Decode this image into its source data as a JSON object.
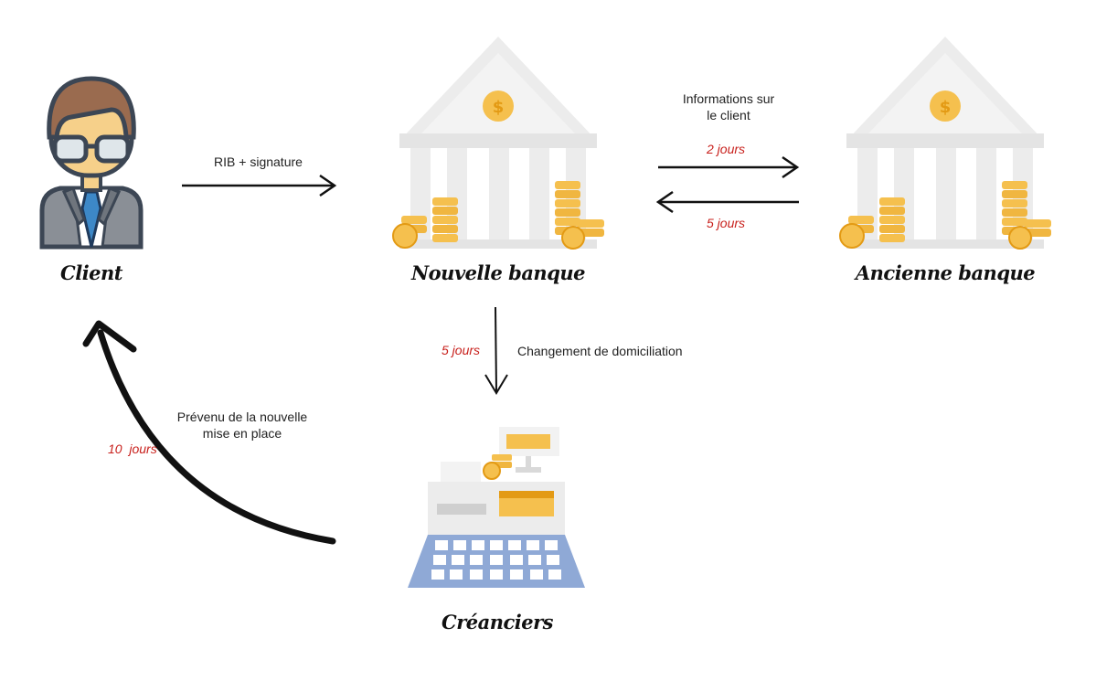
{
  "nodes": {
    "client": "Client",
    "nouvelle_banque": "Nouvelle banque",
    "ancienne_banque": "Ancienne banque",
    "creanciers": "Créanciers"
  },
  "edges": {
    "rib": {
      "label": "RIB + signature"
    },
    "informations": {
      "label_line1": "Informations sur",
      "label_line2": "le client",
      "duration_forward": "2 jours",
      "duration_back": "5 jours"
    },
    "domiciliation": {
      "label": "Changement de domiciliation",
      "duration": "5 jours"
    },
    "prevenu": {
      "label_line1": "Prévenu de la nouvelle",
      "label_line2": "mise en place",
      "duration": "10  jours"
    }
  },
  "icons": {
    "bank_symbol": "$",
    "register_symbol": "$$"
  },
  "colors": {
    "duration": "#c8201c",
    "bank_grey": "#ececec",
    "coin_gold": "#f5c04e",
    "register_blue": "#8fa9d6"
  }
}
